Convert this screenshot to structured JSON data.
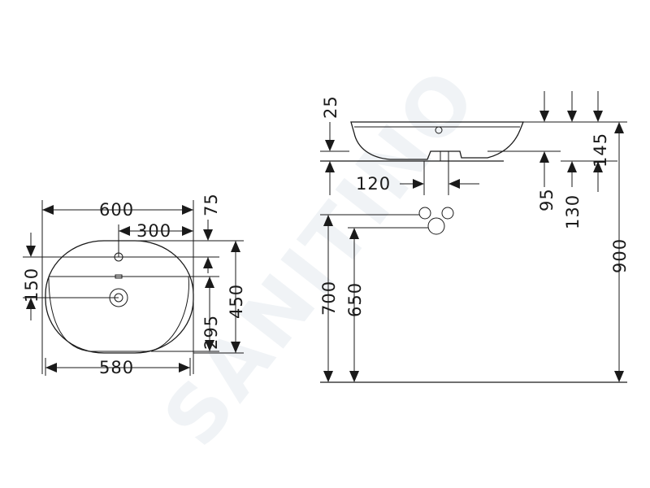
{
  "watermark": "SANITINO",
  "top_view": {
    "width_600": "600",
    "hole_offset_300": "300",
    "dim_75": "75",
    "dim_150": "150",
    "dim_295": "295",
    "dim_450": "450",
    "width_580": "580"
  },
  "side_view": {
    "dim_25": "25",
    "dim_145": "145",
    "dim_120": "120",
    "dim_95": "95",
    "dim_130": "130",
    "dim_900": "900",
    "dim_700": "700",
    "dim_650": "650"
  }
}
